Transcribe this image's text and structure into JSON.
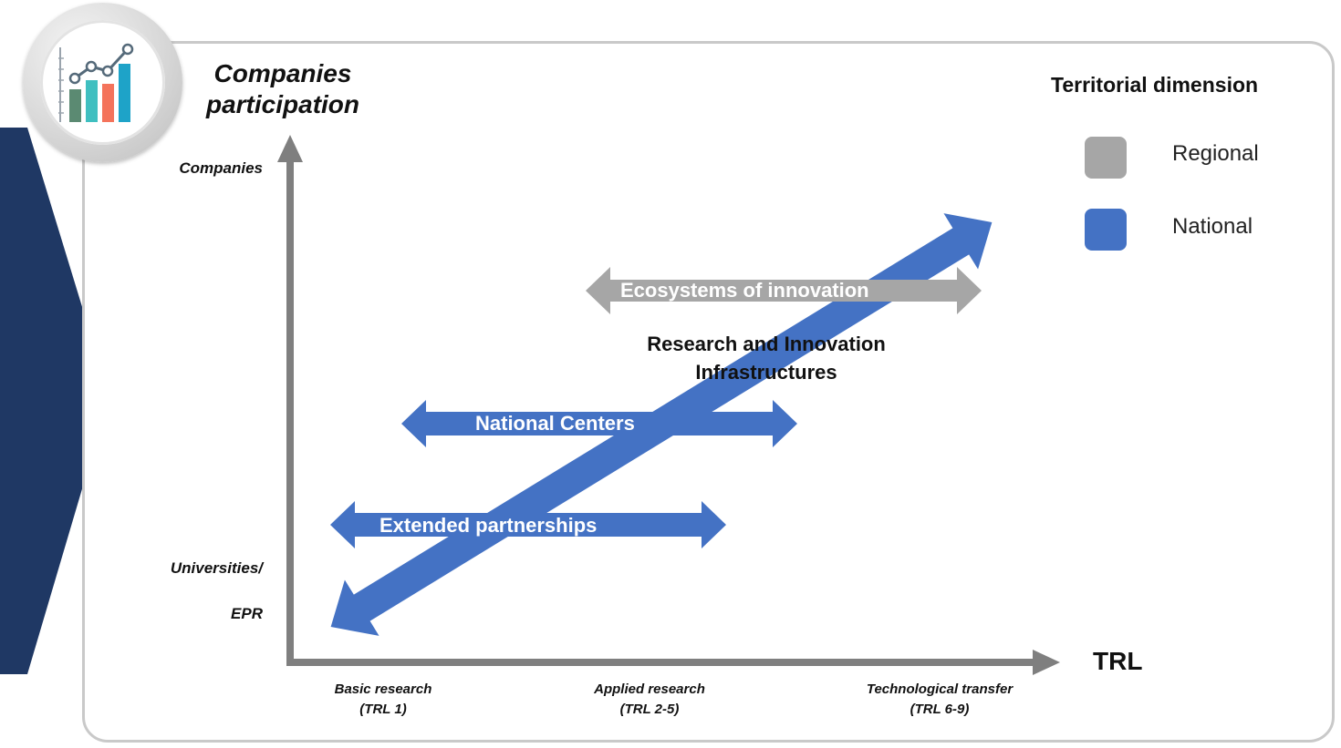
{
  "y_axis": {
    "title_line1": "Companies",
    "title_line2": "participation",
    "top_label": "Companies",
    "bottom_label_line1": "Universities/",
    "bottom_label_line2": "EPR"
  },
  "x_axis": {
    "title": "TRL",
    "ticks": [
      {
        "line1": "Basic research",
        "line2": "(TRL 1)"
      },
      {
        "line1": "Applied research",
        "line2": "(TRL 2-5)"
      },
      {
        "line1": "Technological  transfer",
        "line2": "(TRL 6-9)"
      }
    ]
  },
  "arrows": {
    "ecosystems": {
      "label": "Ecosystems of innovation",
      "dimension": "Regional"
    },
    "national_centers": {
      "label": "National Centers",
      "dimension": "National"
    },
    "extended_partnerships": {
      "label": "Extended partnerships",
      "dimension": "National"
    },
    "infrastructures": {
      "label_line1": "Research and Innovation",
      "label_line2": "Infrastructures",
      "dimension": "National"
    }
  },
  "legend": {
    "title": "Territorial dimension",
    "items": [
      {
        "label": "Regional",
        "color": "#a6a6a6"
      },
      {
        "label": "National",
        "color": "#4472c4"
      }
    ]
  },
  "colors": {
    "regional": "#a6a6a6",
    "national": "#4472c4",
    "axis": "#7f7f7f",
    "chevron": "#1f3864"
  },
  "icon": "bar-line-chart-icon"
}
